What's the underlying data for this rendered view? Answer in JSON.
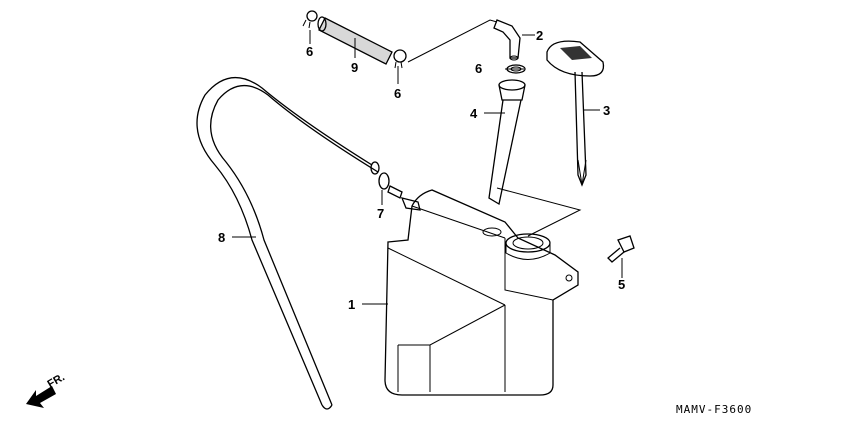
{
  "diagram": {
    "code": "MAMV-F3600",
    "direction_label": "FR.",
    "parts": [
      {
        "ref": "1"
      },
      {
        "ref": "2"
      },
      {
        "ref": "3"
      },
      {
        "ref": "4"
      },
      {
        "ref": "5"
      },
      {
        "ref": "6"
      },
      {
        "ref": "6"
      },
      {
        "ref": "6"
      },
      {
        "ref": "7"
      },
      {
        "ref": "8"
      },
      {
        "ref": "9"
      }
    ]
  }
}
